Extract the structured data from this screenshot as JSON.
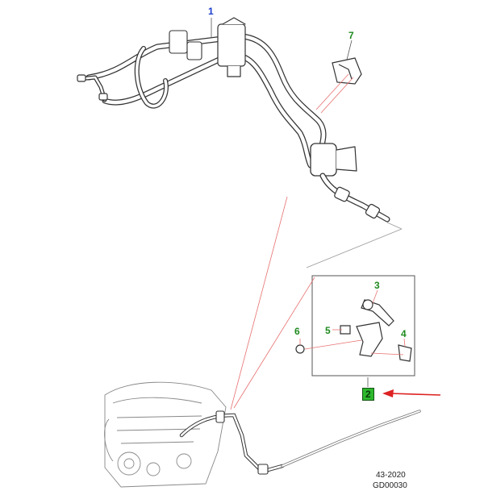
{
  "callouts": {
    "c1": "1",
    "c2": "2",
    "c3": "3",
    "c4": "4",
    "c5": "5",
    "c6": "6",
    "c7": "7"
  },
  "reference": {
    "line1": "43-2020",
    "line2": "GD00030"
  },
  "colors": {
    "leader_red": "#e87070",
    "arrow_red": "#dd2222",
    "callout_blue": "#1a3ccc",
    "callout_green": "#1f8a1f",
    "callout_box": "#2db82d",
    "line_art": "#333333"
  }
}
